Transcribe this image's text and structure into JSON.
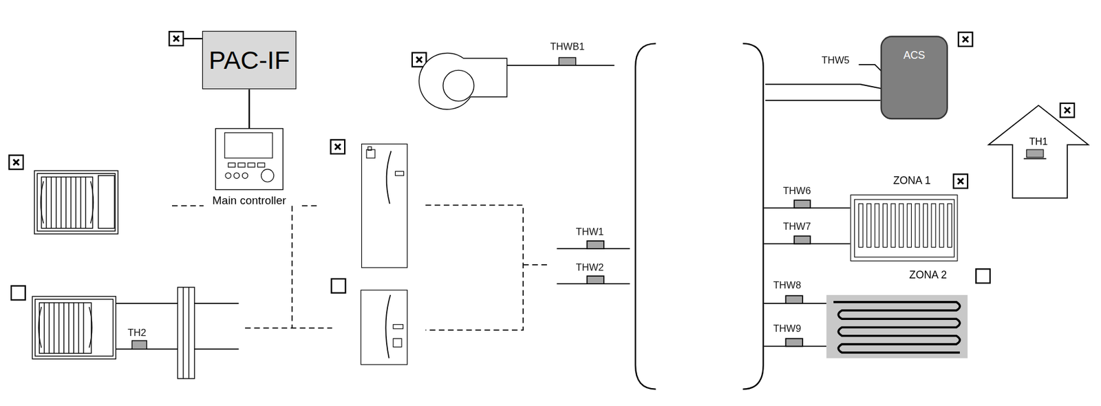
{
  "diagram": {
    "nodes": [
      {
        "text": [
          "PAC-IF"
        ]
      },
      {
        "text": [
          "Main controller"
        ]
      },
      {
        "text": [
          "ACS"
        ]
      },
      {
        "text": [
          "TH1"
        ]
      },
      {
        "text": [
          "ZONA 1"
        ]
      },
      {
        "text": [
          "ZONA 2"
        ]
      }
    ],
    "edges": [
      {
        "from": 0,
        "to": 1,
        "arrow": "none"
      }
    ],
    "labels": [
      "THWB1",
      "THW5",
      "THW1",
      "THW2",
      "TH2",
      "THW6",
      "THW7",
      "THW8",
      "THW9"
    ]
  }
}
